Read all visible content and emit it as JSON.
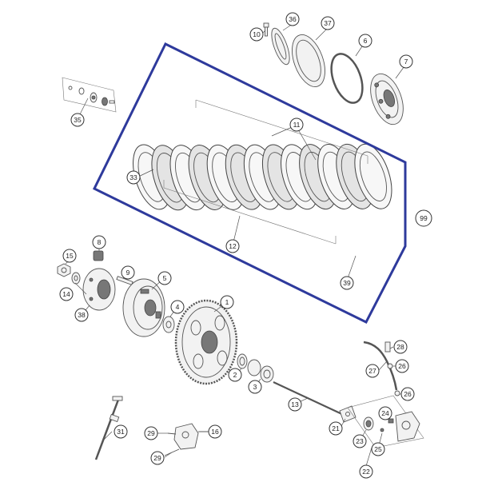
{
  "callouts": [
    {
      "label": "10",
      "highlight": false
    },
    {
      "label": "36",
      "highlight": false
    },
    {
      "label": "37",
      "highlight": false
    },
    {
      "label": "6",
      "highlight": false
    },
    {
      "label": "7",
      "highlight": false
    },
    {
      "label": "35",
      "highlight": false
    },
    {
      "label": "11",
      "highlight": false
    },
    {
      "label": "33",
      "highlight": false
    },
    {
      "label": "12",
      "highlight": false
    },
    {
      "label": "39",
      "highlight": false
    },
    {
      "label": "99",
      "highlight": true
    },
    {
      "label": "8",
      "highlight": false
    },
    {
      "label": "15",
      "highlight": false
    },
    {
      "label": "9",
      "highlight": false
    },
    {
      "label": "5",
      "highlight": false
    },
    {
      "label": "14",
      "highlight": false
    },
    {
      "label": "38",
      "highlight": false
    },
    {
      "label": "4",
      "highlight": false
    },
    {
      "label": "1",
      "highlight": false
    },
    {
      "label": "2",
      "highlight": false
    },
    {
      "label": "3",
      "highlight": false
    },
    {
      "label": "13",
      "highlight": false
    },
    {
      "label": "28",
      "highlight": false
    },
    {
      "label": "27",
      "highlight": false
    },
    {
      "label": "26",
      "highlight": false
    },
    {
      "label": "26",
      "highlight": false
    },
    {
      "label": "24",
      "highlight": false
    },
    {
      "label": "21",
      "highlight": false
    },
    {
      "label": "23",
      "highlight": false
    },
    {
      "label": "25",
      "highlight": false
    },
    {
      "label": "22",
      "highlight": false
    },
    {
      "label": "31",
      "highlight": false
    },
    {
      "label": "29",
      "highlight": false
    },
    {
      "label": "16",
      "highlight": false
    },
    {
      "label": "29",
      "highlight": false
    }
  ],
  "colors": {
    "highlight": "#2e3a9c",
    "line": "#555555",
    "background": "#ffffff"
  }
}
